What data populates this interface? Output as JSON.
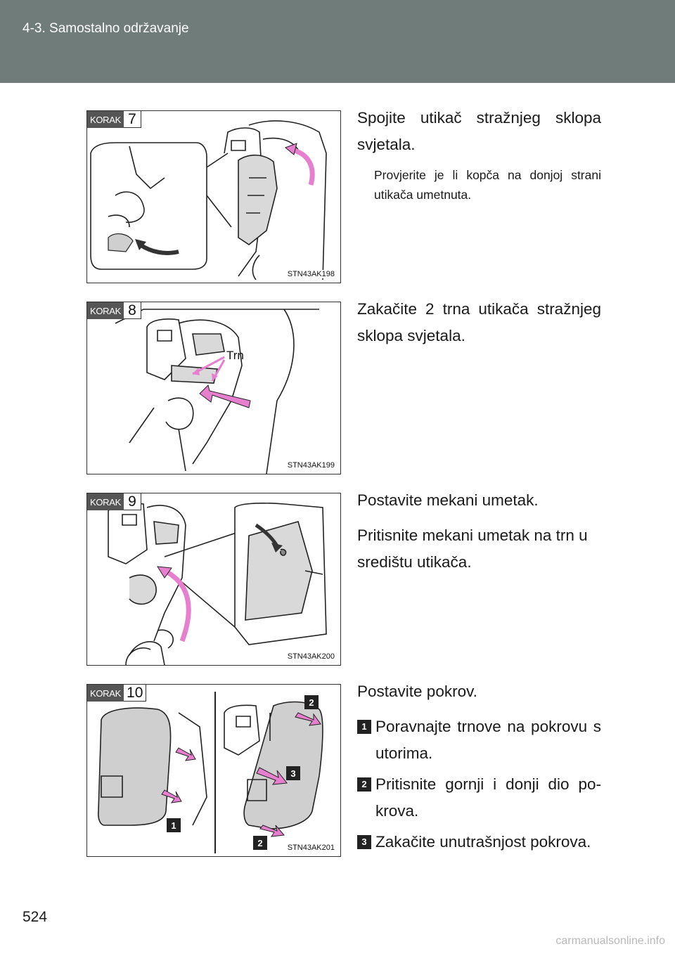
{
  "header": {
    "section": "4-3. Samostalno održavanje"
  },
  "steps": [
    {
      "korak_label": "KORAK",
      "number": "7",
      "figure_code": "STN43AK198",
      "text": "Spojite utikač stražnjeg sklopa svjetala.",
      "note": "Provjerite je li kopča na donjoj strani utikača umetnuta."
    },
    {
      "korak_label": "KORAK",
      "number": "8",
      "figure_code": "STN43AK199",
      "figure_label": "Trn",
      "text": "Zakačite 2 trna utikača stražnjeg sklopa svjetala."
    },
    {
      "korak_label": "KORAK",
      "number": "9",
      "figure_code": "STN43AK200",
      "text": "Postavite mekani umetak.",
      "text2": "Pritisnite mekani umetak na trn u središtu utikača."
    },
    {
      "korak_label": "KORAK",
      "number": "10",
      "figure_code": "STN43AK201",
      "text": "Postavite pokrov.",
      "items": [
        {
          "badge": "1",
          "text": "Poravnajte trnove na pokrovu s utorima."
        },
        {
          "badge": "2",
          "text": "Pritisnite gornji i donji dio po-krova."
        },
        {
          "badge": "3",
          "text": "Zakačite unutrašnjost pokrova."
        }
      ],
      "figure_badges": [
        "1",
        "2",
        "3",
        "2"
      ]
    }
  ],
  "footer": {
    "page_number": "524",
    "watermark": "carmanualsonline.info"
  },
  "colors": {
    "header_bg": "#6f7c79",
    "arrow_pink": "#e77fcf",
    "korak_bg": "#555555"
  }
}
